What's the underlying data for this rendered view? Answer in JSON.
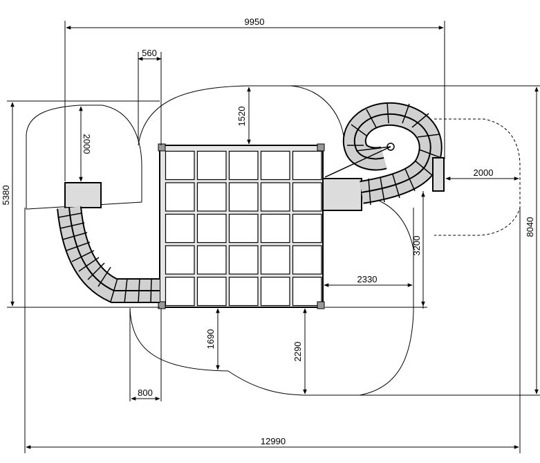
{
  "drawing": {
    "dimensions": {
      "top_width": "9950",
      "post_offset": "560",
      "safety_top": "1520",
      "slide_left_length": "2000",
      "height_left": "5380",
      "slide_right_zone": "2000",
      "right_clearance": "3200",
      "total_height": "8040",
      "inner_right": "2330",
      "bottom_a": "1690",
      "bottom_b": "2290",
      "bottom_small": "800",
      "total_width": "12990"
    }
  }
}
